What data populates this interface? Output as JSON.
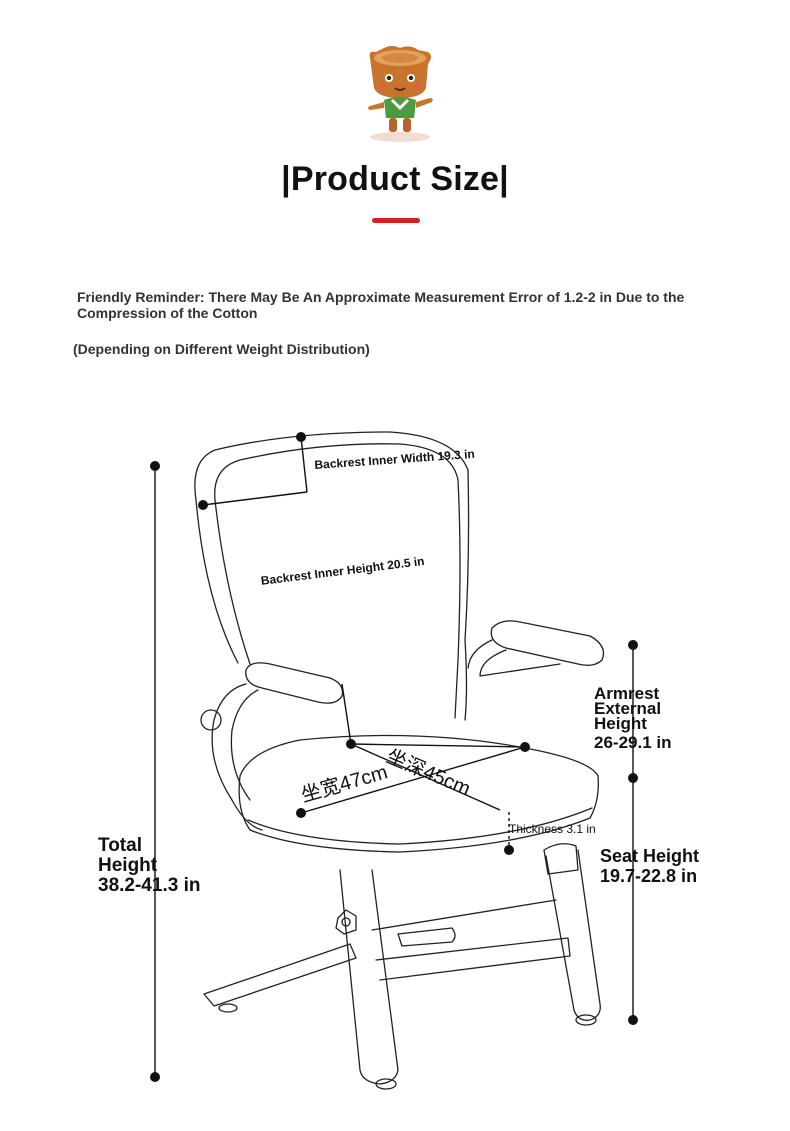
{
  "page": {
    "title": "|Product Size|",
    "reminder": "Friendly Reminder: There May Be An Approximate Measurement Error of 1.2-2 in Due to the Compression of the Cotton",
    "reminder_note": "(Depending on Different Weight Distribution)",
    "accent_color": "#d81e1e"
  },
  "diagram": {
    "backrest_width": "Backrest Inner Width 19.3 in",
    "backrest_height": "Backrest Inner Height 20.5 in",
    "seat_width": "坐宽47cm",
    "seat_depth": "坐深45cm",
    "thickness": "Thickness 3.1 in",
    "armrest_line1": "Armrest",
    "armrest_line2": "External",
    "armrest_line3": "Height",
    "armrest_value": "26-29.1 in",
    "seat_height_label": "Seat Height",
    "seat_height_value": "19.7-22.8 in",
    "total_line1": "Total",
    "total_line2": "Height",
    "total_value": "38.2-41.3 in"
  },
  "icons": {
    "mascot": "tree-stump-mascot-icon"
  }
}
